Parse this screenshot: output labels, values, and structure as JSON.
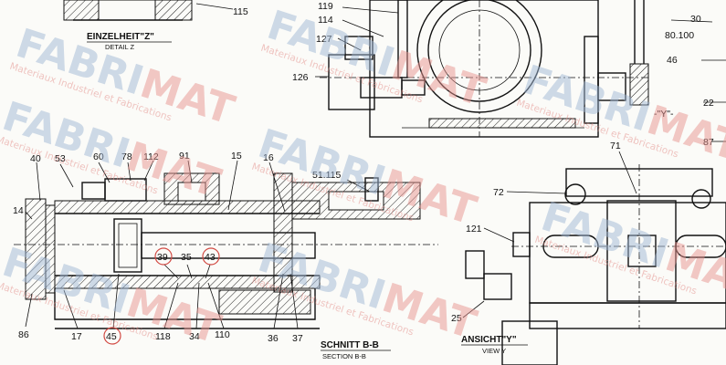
{
  "drawing": {
    "detail_z": {
      "title": "EINZELHEIT\"Z\"",
      "subtitle": "DETAIL Z"
    },
    "section_bb": {
      "title": "SCHNITT B-B",
      "subtitle": "SECTION B-B"
    },
    "view_y": {
      "title": "ANSICHT\"Y\"",
      "subtitle": "VIEW Y"
    },
    "view_marker": "-\"Y\"-",
    "part_labels": [
      "115",
      "119",
      "114",
      "127",
      "126",
      "30",
      "80.100",
      "46",
      "22",
      "87",
      "40",
      "53",
      "60",
      "78",
      "112",
      "91",
      "15",
      "16",
      "51.115",
      "14",
      "39",
      "35",
      "43",
      "86",
      "17",
      "45",
      "118",
      "34",
      "110",
      "36",
      "37",
      "71",
      "72",
      "121",
      "25"
    ],
    "circled_labels": [
      "39",
      "43",
      "45"
    ]
  },
  "watermark": {
    "brand_left": "FAB",
    "brand_mid": "RI",
    "brand_right": "MAT",
    "tagline": "Materiaux Industriel et Fabrications",
    "colors": {
      "blue": "#9fb7d4",
      "red": "#e6938e"
    }
  }
}
